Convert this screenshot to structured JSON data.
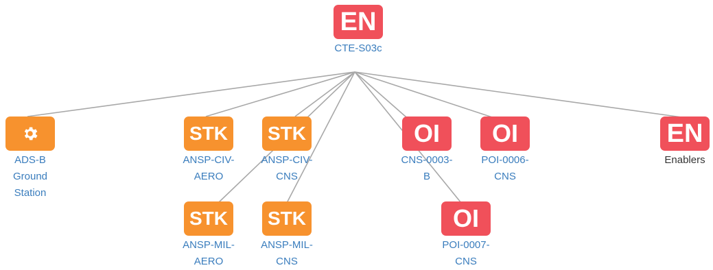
{
  "colors": {
    "en": "#f0505a",
    "oi": "#f0505a",
    "stk": "#f7922e",
    "gear": "#f7922e",
    "edge": "#a8a8a8",
    "link_text": "#3a7dbd",
    "plain_text": "#333333"
  },
  "root": {
    "badge": "EN",
    "label": "CTE-S03c"
  },
  "nodes": [
    {
      "id": "ads-b",
      "type": "gear",
      "icon": "gear-icon",
      "label_lines": [
        "ADS-B",
        "Ground",
        "Station"
      ]
    },
    {
      "id": "stk-civ-aero",
      "type": "stk",
      "badge": "STK",
      "label_lines": [
        "ANSP-CIV-",
        "AERO"
      ]
    },
    {
      "id": "stk-civ-cns",
      "type": "stk",
      "badge": "STK",
      "label_lines": [
        "ANSP-CIV-",
        "CNS"
      ]
    },
    {
      "id": "oi-cns-0003",
      "type": "oi",
      "badge": "OI",
      "label_lines": [
        "CNS-0003-",
        "B"
      ]
    },
    {
      "id": "oi-poi-0006",
      "type": "oi",
      "badge": "OI",
      "label_lines": [
        "POI-0006-",
        "CNS"
      ]
    },
    {
      "id": "en-enablers",
      "type": "en",
      "badge": "EN",
      "label_lines": [
        "Enablers"
      ]
    },
    {
      "id": "stk-mil-aero",
      "type": "stk",
      "badge": "STK",
      "label_lines": [
        "ANSP-MIL-",
        "AERO"
      ]
    },
    {
      "id": "stk-mil-cns",
      "type": "stk",
      "badge": "STK",
      "label_lines": [
        "ANSP-MIL-",
        "CNS"
      ]
    },
    {
      "id": "oi-poi-0007",
      "type": "oi",
      "badge": "OI",
      "label_lines": [
        "POI-0007-",
        "CNS"
      ]
    }
  ],
  "edges": [
    [
      "root",
      "ads-b"
    ],
    [
      "root",
      "stk-civ-aero"
    ],
    [
      "root",
      "stk-civ-cns"
    ],
    [
      "root",
      "oi-cns-0003"
    ],
    [
      "root",
      "oi-poi-0006"
    ],
    [
      "root",
      "en-enablers"
    ],
    [
      "root",
      "stk-mil-aero"
    ],
    [
      "root",
      "stk-mil-cns"
    ],
    [
      "root",
      "oi-poi-0007"
    ]
  ]
}
